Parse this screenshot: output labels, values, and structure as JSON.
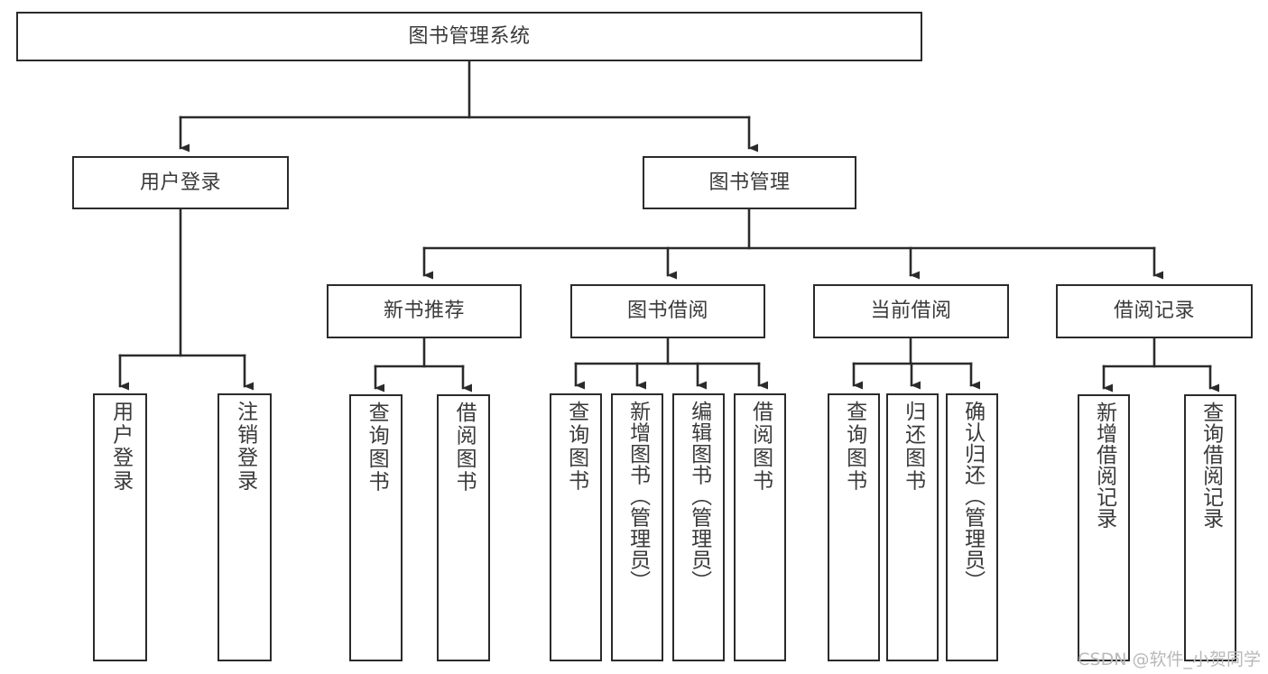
{
  "diagram": {
    "title": "图书管理系统",
    "type": "tree-hierarchy-chart",
    "watermark": "CSDN @软件_小贺同学",
    "colors": {
      "stroke": "#2b2b2b",
      "box_fill": "#ffffff",
      "text": "#3a3a3a",
      "background": "#ffffff",
      "watermark": "#b9b9b9"
    },
    "levels": {
      "root": {
        "label": "图书管理系统"
      },
      "level2": [
        {
          "id": "user-login",
          "label": "用户登录"
        },
        {
          "id": "book-manage",
          "label": "图书管理"
        }
      ],
      "level3": [
        {
          "id": "new-book-recommend",
          "label": "新书推荐",
          "parent": "book-manage"
        },
        {
          "id": "book-borrow",
          "label": "图书借阅",
          "parent": "book-manage"
        },
        {
          "id": "current-borrow",
          "label": "当前借阅",
          "parent": "book-manage"
        },
        {
          "id": "borrow-record",
          "label": "借阅记录",
          "parent": "book-manage"
        }
      ],
      "leaves": [
        {
          "id": "leaf-user-login",
          "label": "用户登录",
          "parent": "user-login"
        },
        {
          "id": "leaf-user-logout",
          "label": "注销登录",
          "parent": "user-login"
        },
        {
          "id": "leaf-query-book-1",
          "label": "查询图书",
          "parent": "new-book-recommend"
        },
        {
          "id": "leaf-borrow-book-1",
          "label": "借阅图书",
          "parent": "new-book-recommend"
        },
        {
          "id": "leaf-query-book-2",
          "label": "查询图书",
          "parent": "book-borrow"
        },
        {
          "id": "leaf-add-book",
          "label": "新增图书（管理员）",
          "parent": "book-borrow"
        },
        {
          "id": "leaf-edit-book",
          "label": "编辑图书（管理员）",
          "parent": "book-borrow"
        },
        {
          "id": "leaf-borrow-book-2",
          "label": "借阅图书",
          "parent": "book-borrow"
        },
        {
          "id": "leaf-query-book-3",
          "label": "查询图书",
          "parent": "current-borrow"
        },
        {
          "id": "leaf-return-book",
          "label": "归还图书",
          "parent": "current-borrow"
        },
        {
          "id": "leaf-confirm-return",
          "label": "确认归还（管理员）",
          "parent": "current-borrow"
        },
        {
          "id": "leaf-add-record",
          "label": "新增借阅记录",
          "parent": "borrow-record"
        },
        {
          "id": "leaf-query-record",
          "label": "查询借阅记录",
          "parent": "borrow-record"
        }
      ]
    }
  }
}
